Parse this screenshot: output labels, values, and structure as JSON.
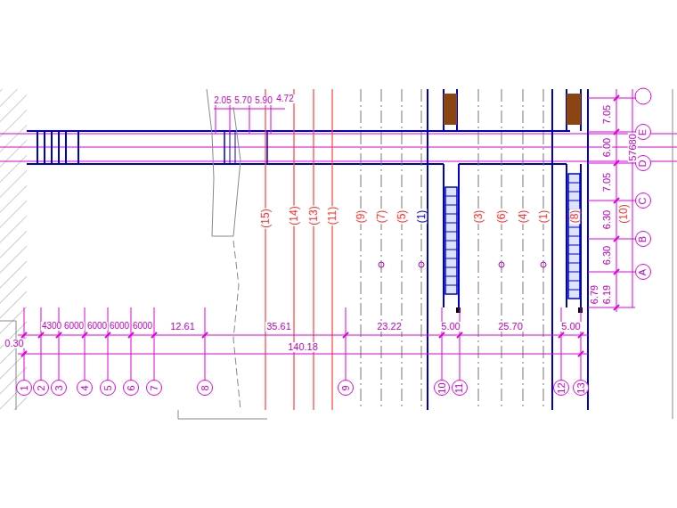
{
  "diagram": {
    "nodes": [
      {
        "text": [
          "E"
        ]
      },
      {
        "text": [
          "D"
        ]
      },
      {
        "text": [
          "C"
        ]
      },
      {
        "text": [
          "B"
        ]
      },
      {
        "text": [
          "A"
        ]
      },
      {
        "text": [
          "1"
        ]
      },
      {
        "text": [
          "2"
        ]
      },
      {
        "text": [
          "3"
        ]
      },
      {
        "text": [
          "4"
        ]
      },
      {
        "text": [
          "5"
        ]
      },
      {
        "text": [
          "6"
        ]
      },
      {
        "text": [
          "7"
        ]
      },
      {
        "text": [
          "8"
        ]
      },
      {
        "text": [
          "9"
        ]
      },
      {
        "text": [
          "10"
        ]
      },
      {
        "text": [
          "11"
        ]
      },
      {
        "text": [
          "12"
        ]
      },
      {
        "text": [
          "13"
        ]
      }
    ],
    "labels": [
      "2.05",
      "5.70",
      "5.90",
      "4.72",
      "(15)",
      "(14)",
      "(13)",
      "(11)",
      "(9)",
      "(7)",
      "(5)",
      "(1)",
      "(3)",
      "(6)",
      "(4)",
      "(1)",
      "(8)",
      "(10)",
      "7.05",
      "6.00",
      "7.05",
      "6.30",
      "6.30",
      "6.79",
      "6.19",
      "57680",
      "0.30",
      "4300",
      "6000",
      "6000",
      "6000",
      "6000",
      "12.61",
      "35.61",
      "23.22",
      "5.00",
      "25.70",
      "5.00",
      "140.18"
    ]
  }
}
